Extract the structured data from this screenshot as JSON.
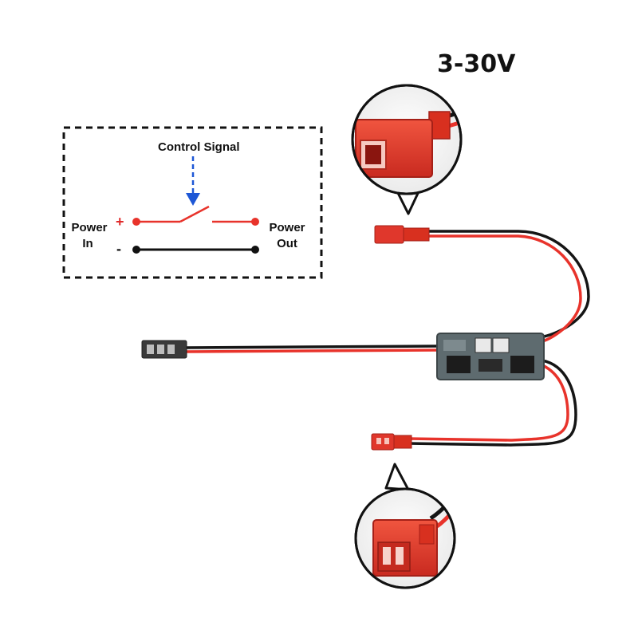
{
  "voltage_label": "3-30V",
  "schematic": {
    "control_signal": "Control Signal",
    "power_in_line1": "Power",
    "power_in_line2": "In",
    "power_out_line1": "Power",
    "power_out_line2": "Out",
    "plus_sign": "+",
    "minus_sign": "-"
  },
  "colors": {
    "red_wire": "#e8332b",
    "black_wire": "#151515",
    "connector_red": "#e0372c",
    "signal_arrow": "#1d57d6",
    "pcb": "#5e6b6f"
  }
}
